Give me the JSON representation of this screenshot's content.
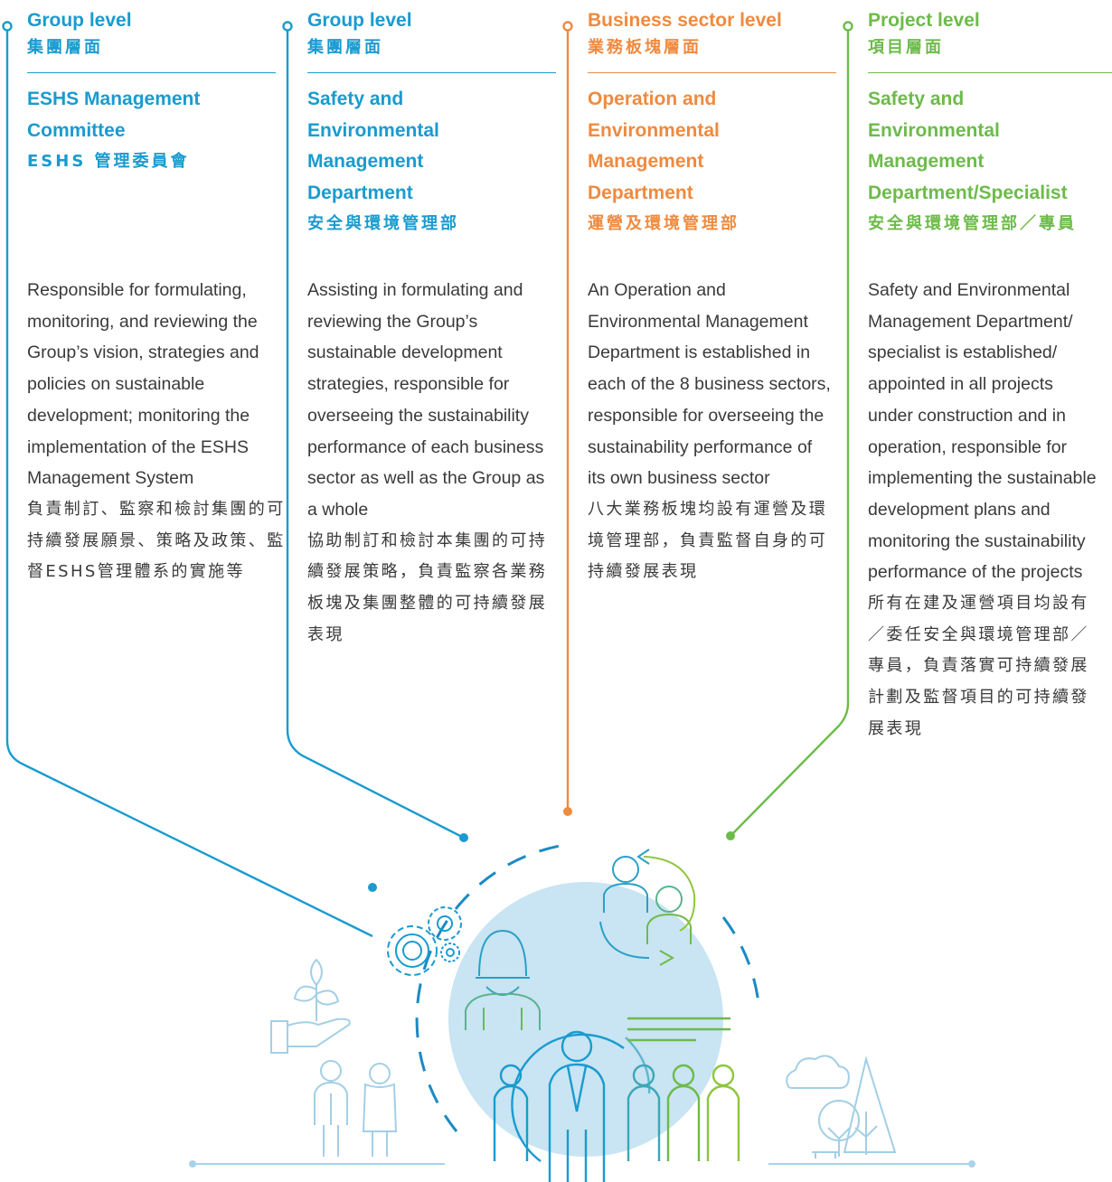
{
  "columns": [
    {
      "level": "Group level",
      "level_zh": "集團層面",
      "dept": [
        "ESHS Management",
        "Committee"
      ],
      "dept_zh": "ESHS 管理委員會",
      "desc": "Responsible for formulating, monitoring, and reviewing the Group’s vision, strategies and policies on sustainable development; monitoring the implementation of the ESHS Management System",
      "desc_zh": "負責制訂、監察和檢討集團的可持續發展願景、策略及政策、監督ESHS管理體系的實施等",
      "color": "#1a9bcf"
    },
    {
      "level": "Group level",
      "level_zh": "集團層面",
      "dept": [
        "Safety and",
        "Environmental",
        "Management",
        "Department"
      ],
      "dept_zh": "安全與環境管理部",
      "desc": "Assisting in formulating and reviewing the Group’s sustainable development strategies, responsible for overseeing the sustainability performance of each business sector as well as the Group as a whole",
      "desc_zh": "協助制訂和檢討本集團的可持續發展策略，負責監察各業務板塊及集團整體的可持續發展表現",
      "color": "#1a9bcf"
    },
    {
      "level": "Business sector level",
      "level_zh": "業務板塊層面",
      "dept": [
        "Operation and",
        "Environmental",
        "Management",
        "Department"
      ],
      "dept_zh": "運營及環境管理部",
      "desc": "An Operation and Environmental Management Department is established in each of the 8 business sectors, responsible for overseeing the sustainability performance of its own business sector",
      "desc_zh": "八大業務板塊均設有運營及環境管理部，負責監督自身的可持續發展表現",
      "color": "#ef8a3f"
    },
    {
      "level": "Project level",
      "level_zh": "項目層面",
      "dept": [
        "Safety and",
        "Environmental",
        "Management",
        "Department/Specialist"
      ],
      "dept_zh": "安全與環境管理部／專員",
      "desc": "Safety and Environmental Management Department/ specialist is established/ appointed in all projects under construction and in operation, responsible for implementing the sustainable development plans and monitoring the sustainability performance of the projects",
      "desc_zh": "所有在建及運營項目均設有／委任安全與環境管理部／專員，負責落實可持續發展計劃及監督項目的可持續發展表現",
      "color": "#6dbb4a"
    }
  ],
  "illustration": {
    "icons": [
      "gears-icon",
      "worker-helmet-icon",
      "people-rotation-icon",
      "plant-hand-icon",
      "couple-icon",
      "team-icon",
      "cloud-trees-icon"
    ]
  }
}
